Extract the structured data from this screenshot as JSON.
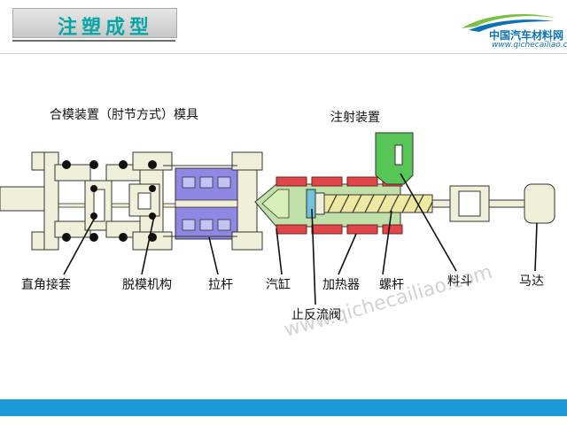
{
  "header": {
    "title": "注塑成型"
  },
  "logo": {
    "name": "中国汽车材料网",
    "url_text": "www.qichecailiao.com"
  },
  "watermark": "www.qichecailiao.com",
  "diagram": {
    "labels": {
      "clamping_unit": "合模装置（肘节方式）模具",
      "injection_unit": "注射装置",
      "right_angle_sleeve": "直角接套",
      "ejector_mechanism": "脱模机构",
      "tie_bar": "拉杆",
      "cylinder": "汽缸",
      "heater": "加热器",
      "screw": "螺杆",
      "hopper": "料斗",
      "motor": "马达",
      "check_valve": "止反流阀"
    }
  },
  "colors": {
    "title": "#08a7a6",
    "bottom_bar": "#1b9ad7",
    "mold": "#8f87e3",
    "heater": "#e0474a",
    "hopper": "#58c656",
    "screw": "#ede9a1"
  }
}
